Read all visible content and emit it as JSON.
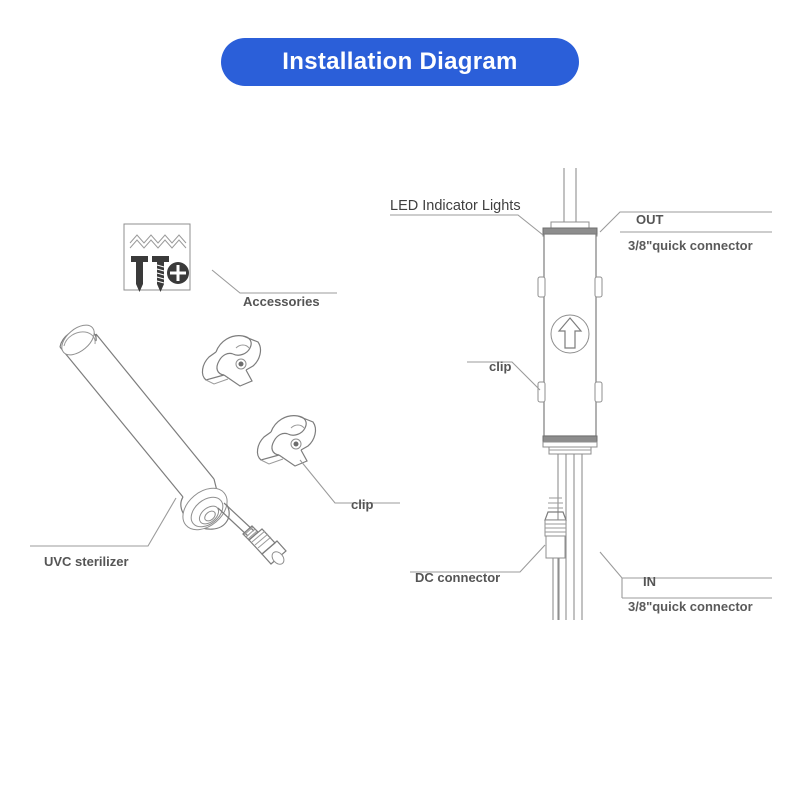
{
  "header": {
    "title": "Installation Diagram"
  },
  "colors": {
    "banner_background": "#2b5fd9",
    "banner_text": "#ffffff",
    "label_text": "#555555",
    "line_stroke": "#8a8a8a",
    "drawing_stroke": "#7d7d7d",
    "cap_fill": "#8d8d8d"
  },
  "labels": {
    "led_indicator_lights": "LED Indicator Lights",
    "out": "OUT",
    "out_sub": "3/8\"quick connector",
    "clip_right": "clip",
    "in": "IN",
    "in_sub": "3/8\"quick connector",
    "dc_connector": "DC connector",
    "accessories": "Accessories",
    "clip_left": "clip",
    "uvc_sterilizer": "UVC sterilizer"
  },
  "parts": {
    "accessories_box": {
      "name": "accessories-packet",
      "contents": [
        "screw",
        "screw",
        "screw-head-top-view"
      ]
    },
    "sterilizer": {
      "name": "uvc-sterilizer-tube",
      "has_cable": true,
      "cable_end": "dc-barrel-plug"
    },
    "clips": [
      {
        "name": "mounting-clip-upper"
      },
      {
        "name": "mounting-clip-lower"
      }
    ],
    "control_unit": {
      "name": "uv-control-housing",
      "flow_symbol": "up-arrow-in-circle",
      "side_tabs": 4,
      "top_port": "quick-connector-out",
      "bottom_port": "quick-connector-in",
      "bottom_cable": "dc-barrel-jack"
    }
  }
}
